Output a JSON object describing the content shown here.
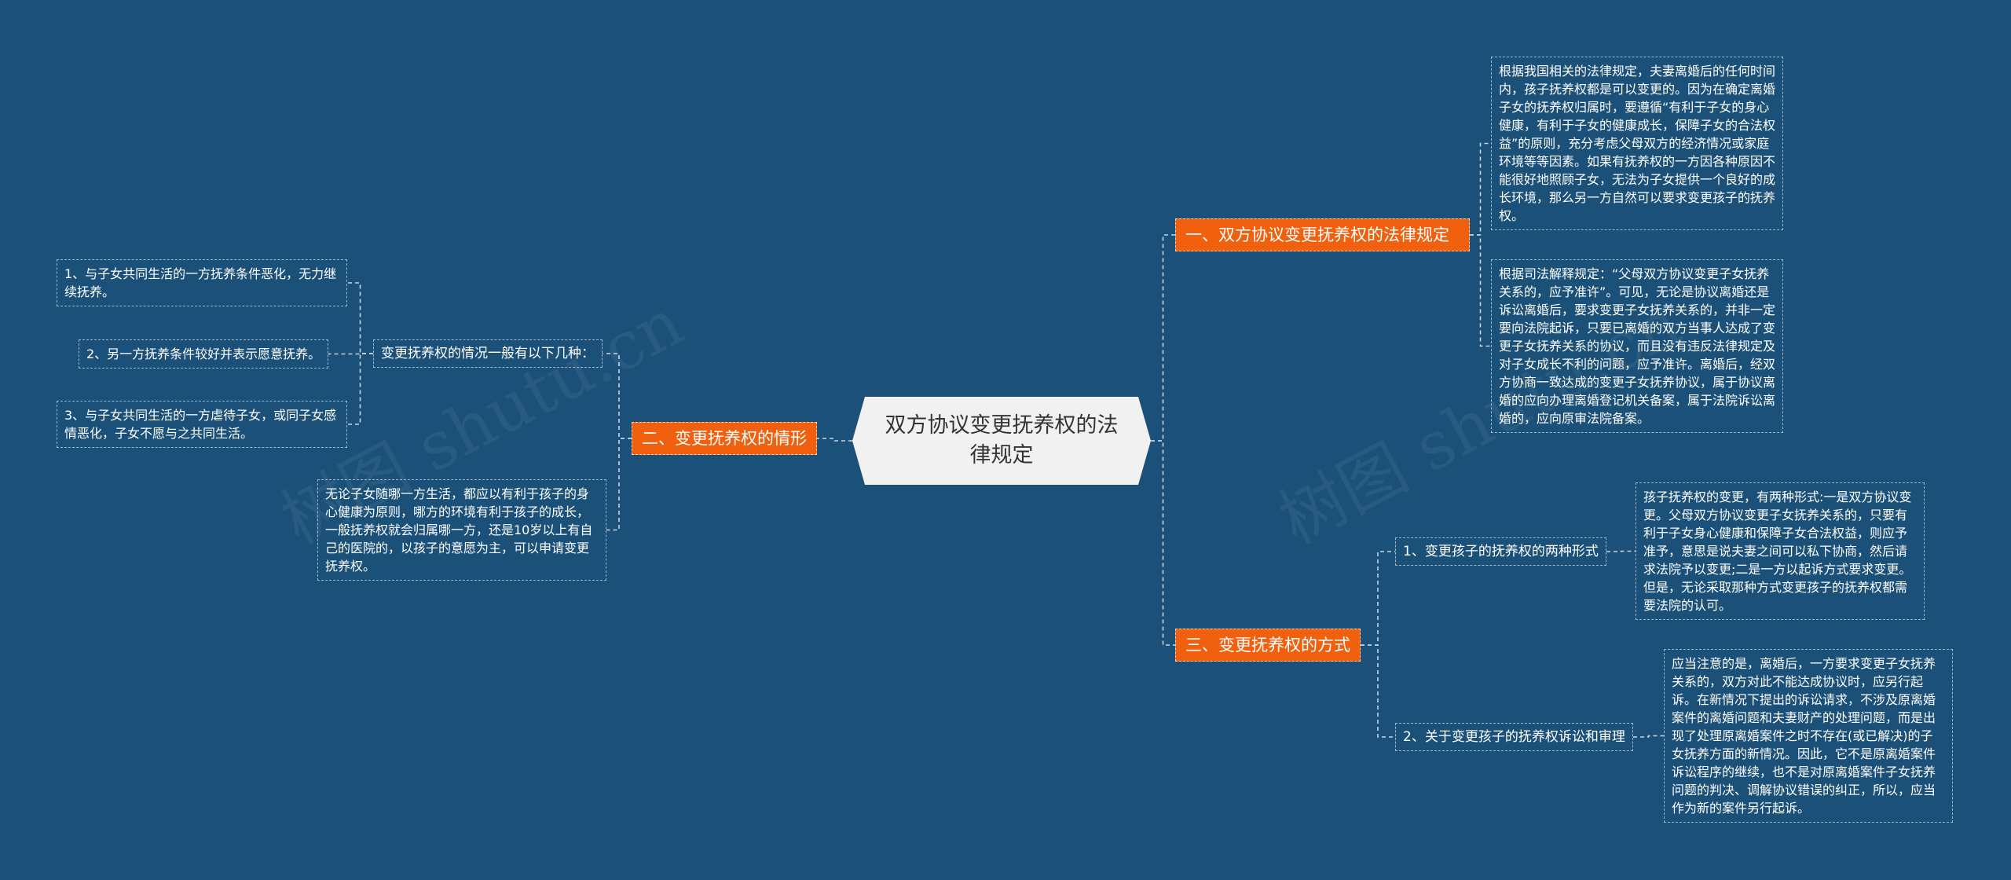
{
  "root": {
    "label": "双方协议变更抚养权的法律规定"
  },
  "branches": {
    "b1": {
      "label": "一、双方协议变更抚养权的法律规定",
      "leaves": [
        "根据我国相关的法律规定，夫妻离婚后的任何时间内，孩子抚养权都是可以变更的。因为在确定离婚子女的抚养权归属时，要遵循“有利于子女的身心健康，有利于子女的健康成长，保障子女的合法权益”的原则，充分考虑父母双方的经济情况或家庭环境等等因素。如果有抚养权的一方因各种原因不能很好地照顾子女，无法为子女提供一个良好的成长环境，那么另一方自然可以要求变更孩子的抚养权。",
        "根据司法解释规定：“父母双方协议变更子女抚养关系的，应予准许”。可见，无论是协议离婚还是诉讼离婚后，要求变更子女抚养关系的，并非一定要向法院起诉，只要已离婚的双方当事人达成了变更子女抚养关系的协议，而且没有违反法律规定及对子女成长不利的问题，应予准许。离婚后，经双方协商一致达成的变更子女抚养协议，属于协议离婚的应向办理离婚登记机关备案，属于法院诉讼离婚的，应向原审法院备案。"
      ]
    },
    "b2": {
      "label": "二、变更抚养权的情形",
      "sub_label": "变更抚养权的情况一般有以下几种：",
      "sub_leaves": [
        "1、与子女共同生活的一方抚养条件恶化，无力继续抚养。",
        "2、另一方抚养条件较好并表示愿意抚养。",
        "3、与子女共同生活的一方虐待子女，或同子女感情恶化，子女不愿与之共同生活。"
      ],
      "leaf": "无论子女随哪一方生活，都应以有利于孩子的身心健康为原则，哪方的环境有利于孩子的成长，一般抚养权就会归属哪一方，还是10岁以上有自己的医院的，以孩子的意愿为主，可以申请变更抚养权。"
    },
    "b3": {
      "label": "三、变更抚养权的方式",
      "subs": [
        {
          "label": "1、变更孩子的抚养权的两种形式",
          "leaf": "孩子抚养权的变更，有两种形式:一是双方协议变更。父母双方协议变更子女抚养关系的，只要有利于子女身心健康和保障子女合法权益，则应予准予，意思是说夫妻之间可以私下协商，然后请求法院予以变更;二是一方以起诉方式要求变更。但是，无论采取那种方式变更孩子的抚养权都需要法院的认可。"
        },
        {
          "label": "2、关于变更孩子的抚养权诉讼和审理",
          "leaf": "应当注意的是，离婚后，一方要求变更子女抚养关系的，双方对此不能达成协议时，应另行起诉。在新情况下提出的诉讼请求，不涉及原离婚案件的离婚问题和夫妻财产的处理问题，而是出现了处理原离婚案件之时不存在(或已解决)的子女抚养方面的新情况。因此，它不是原离婚案件诉讼程序的继续，也不是对原离婚案件子女抚养问题的判决、调解协议错误的纠正，所以，应当作为新的案件另行起诉。"
        }
      ]
    }
  },
  "watermark": {
    "text": "树图 shutu.cn"
  },
  "colors": {
    "background": "#1b5178",
    "branch": "#f0600f",
    "root": "#f1f1f1",
    "line": "#c8d6e2"
  }
}
